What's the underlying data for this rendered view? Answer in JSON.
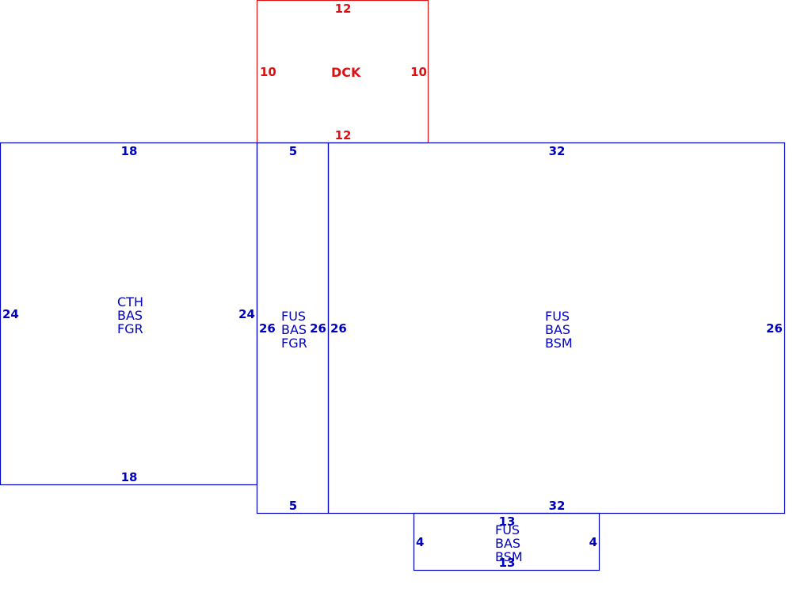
{
  "colors": {
    "main": "#0000c0",
    "deck": "#dd1111",
    "background": "#ffffff"
  },
  "areas": [
    {
      "id": "dck",
      "codes": [
        "DCK"
      ],
      "color_key": "deck",
      "dimensions": {
        "top": "12",
        "bottom": "12",
        "left": "10",
        "right": "10"
      }
    },
    {
      "id": "cth",
      "codes": [
        "CTH",
        "BAS",
        "FGR"
      ],
      "color_key": "main",
      "dimensions": {
        "top": "18",
        "bottom": "18",
        "left": "24",
        "right": "24"
      }
    },
    {
      "id": "fus-fgr",
      "codes": [
        "FUS",
        "BAS",
        "FGR"
      ],
      "color_key": "main",
      "dimensions": {
        "top": "5",
        "bottom": "5",
        "left": "26",
        "right": "26"
      }
    },
    {
      "id": "fus-bsm-main",
      "codes": [
        "FUS",
        "BAS",
        "BSM"
      ],
      "color_key": "main",
      "dimensions": {
        "top": "32",
        "bottom": "32",
        "left": "26",
        "right": "26"
      }
    },
    {
      "id": "fus-bsm-small",
      "codes": [
        "FUS",
        "BAS",
        "BSM"
      ],
      "color_key": "main",
      "dimensions": {
        "top": "13",
        "bottom": "13",
        "left": "4",
        "right": "4"
      }
    }
  ]
}
